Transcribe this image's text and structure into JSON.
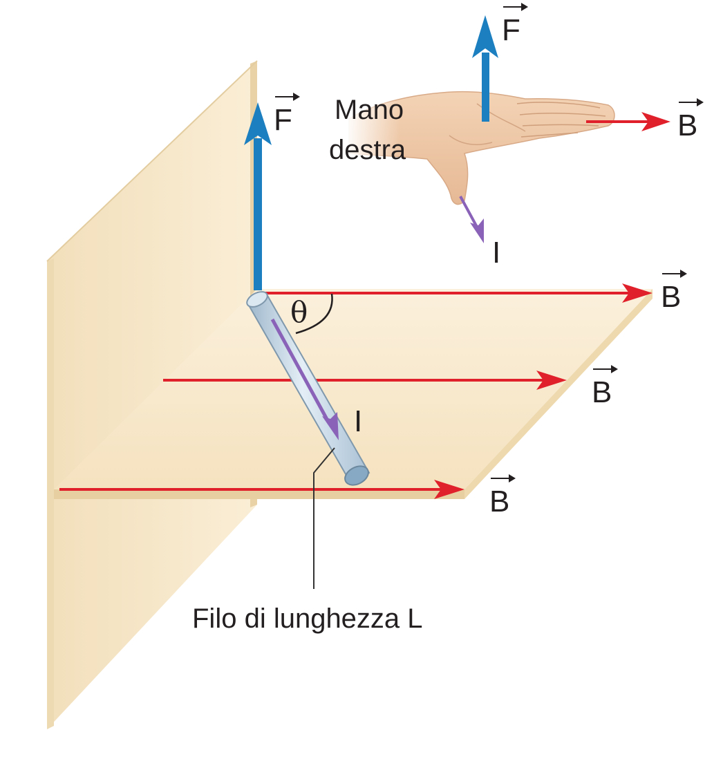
{
  "labels": {
    "F": "F",
    "B": "B",
    "I": "I",
    "theta": "θ",
    "hand_line1": "Mano",
    "hand_line2": "destra",
    "wire_caption": "Filo di lunghezza L"
  },
  "colors": {
    "force_arrow": "#1c7fc0",
    "field_arrow": "#e0202a",
    "current_arrow": "#8a63b8",
    "plane": "#f6e6c6",
    "plane_edge": "#ead6ad",
    "skin": "#efc8a6",
    "wire": "#c9dbe8"
  },
  "icons": {
    "hand": "right-hand-icon",
    "wire": "wire-rod-icon"
  }
}
